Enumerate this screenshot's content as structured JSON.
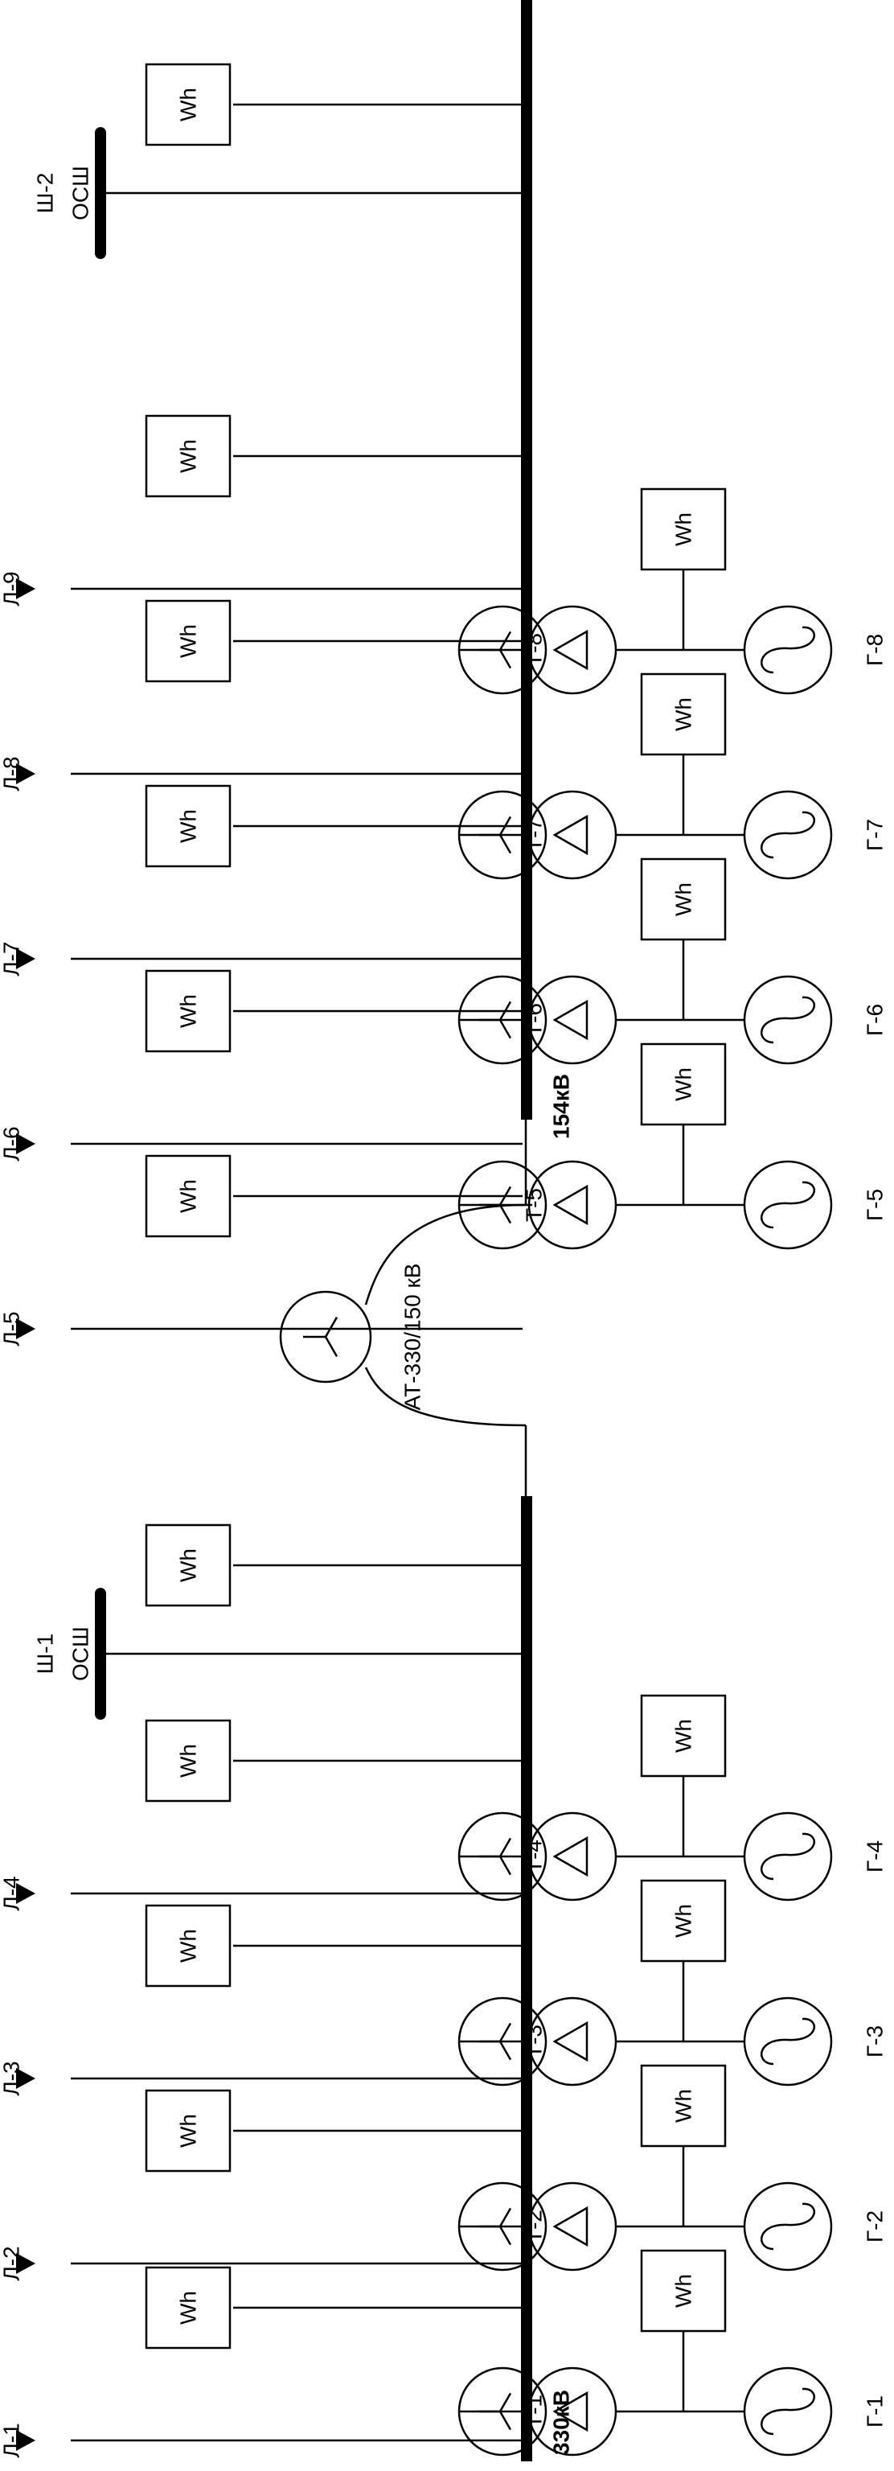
{
  "meter_label": "Wh",
  "bus_330": {
    "voltage_label": "330кВ"
  },
  "bus_154": {
    "voltage_label": "154кВ"
  },
  "autotransformer": {
    "label": "АТ-330/150 кВ"
  },
  "bus_sections": [
    {
      "label_line1": "Ш-1",
      "label_line2": "ОСШ"
    },
    {
      "label_line1": "Ш-2",
      "label_line2": "ОСШ"
    }
  ],
  "lines": [
    "Л-1",
    "Л-2",
    "Л-3",
    "Л-4",
    "Л-5",
    "Л-6",
    "Л-7",
    "Л-8",
    "Л-9"
  ],
  "transformers": [
    "Т-1",
    "Т-2",
    "Т-3",
    "Т-4",
    "Т-5",
    "Т-6",
    "Т-7",
    "Т-8"
  ],
  "generators": [
    "Г-1",
    "Г-2",
    "Г-3",
    "Г-4",
    "Г-5",
    "Г-6",
    "Г-7",
    "Г-8"
  ]
}
